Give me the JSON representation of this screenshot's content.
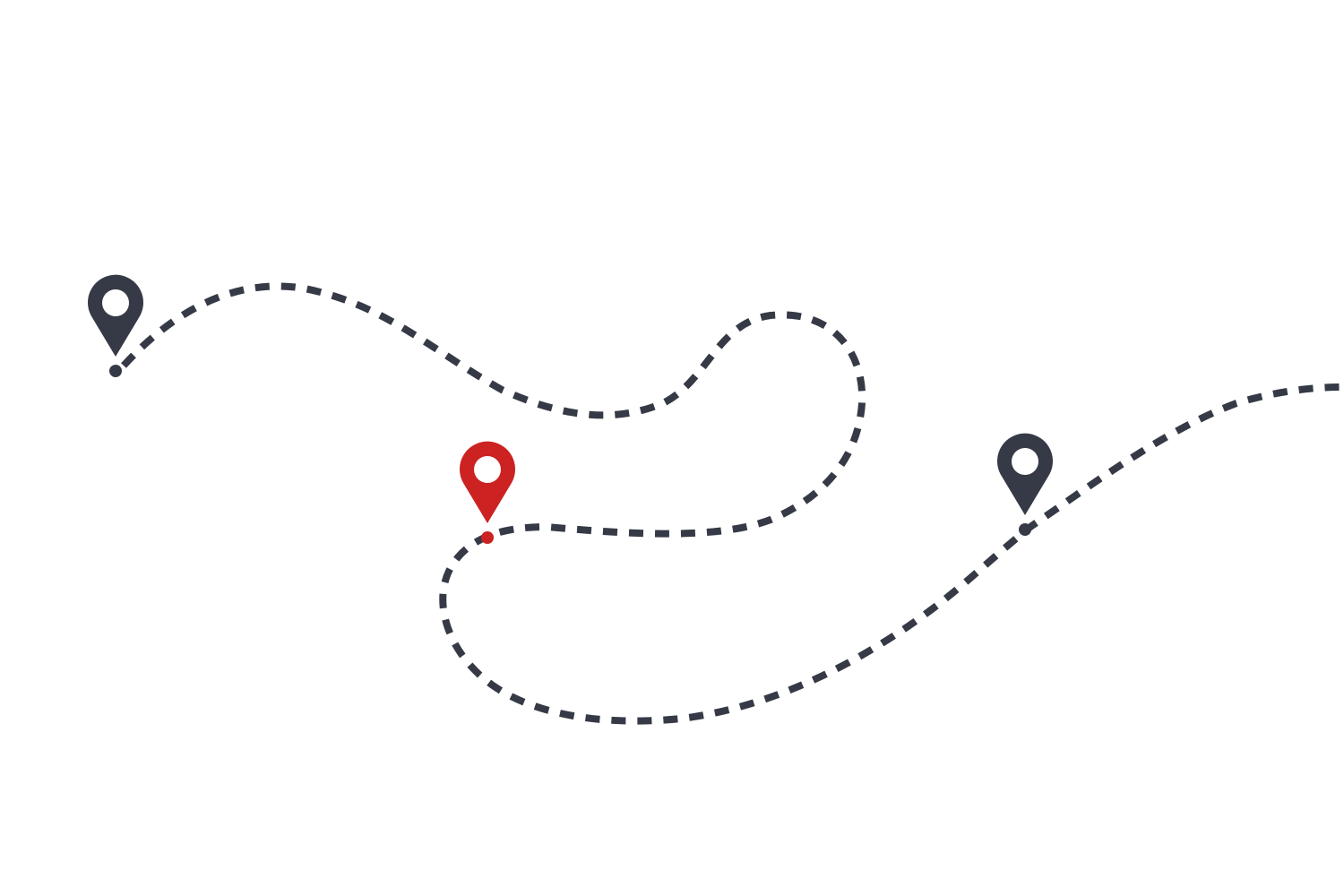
{
  "colors": {
    "background": "#ffffff",
    "route": "#363a46",
    "pin_default": "#363a46",
    "pin_highlight": "#cc2222",
    "pin_hole": "#ffffff"
  },
  "route": {
    "style": "dashed"
  },
  "pins": [
    {
      "name": "pin-start",
      "icon": "map-pin-icon",
      "variant": "default"
    },
    {
      "name": "pin-current",
      "icon": "map-pin-icon",
      "variant": "highlight"
    },
    {
      "name": "pin-waypoint",
      "icon": "map-pin-icon",
      "variant": "default"
    }
  ]
}
